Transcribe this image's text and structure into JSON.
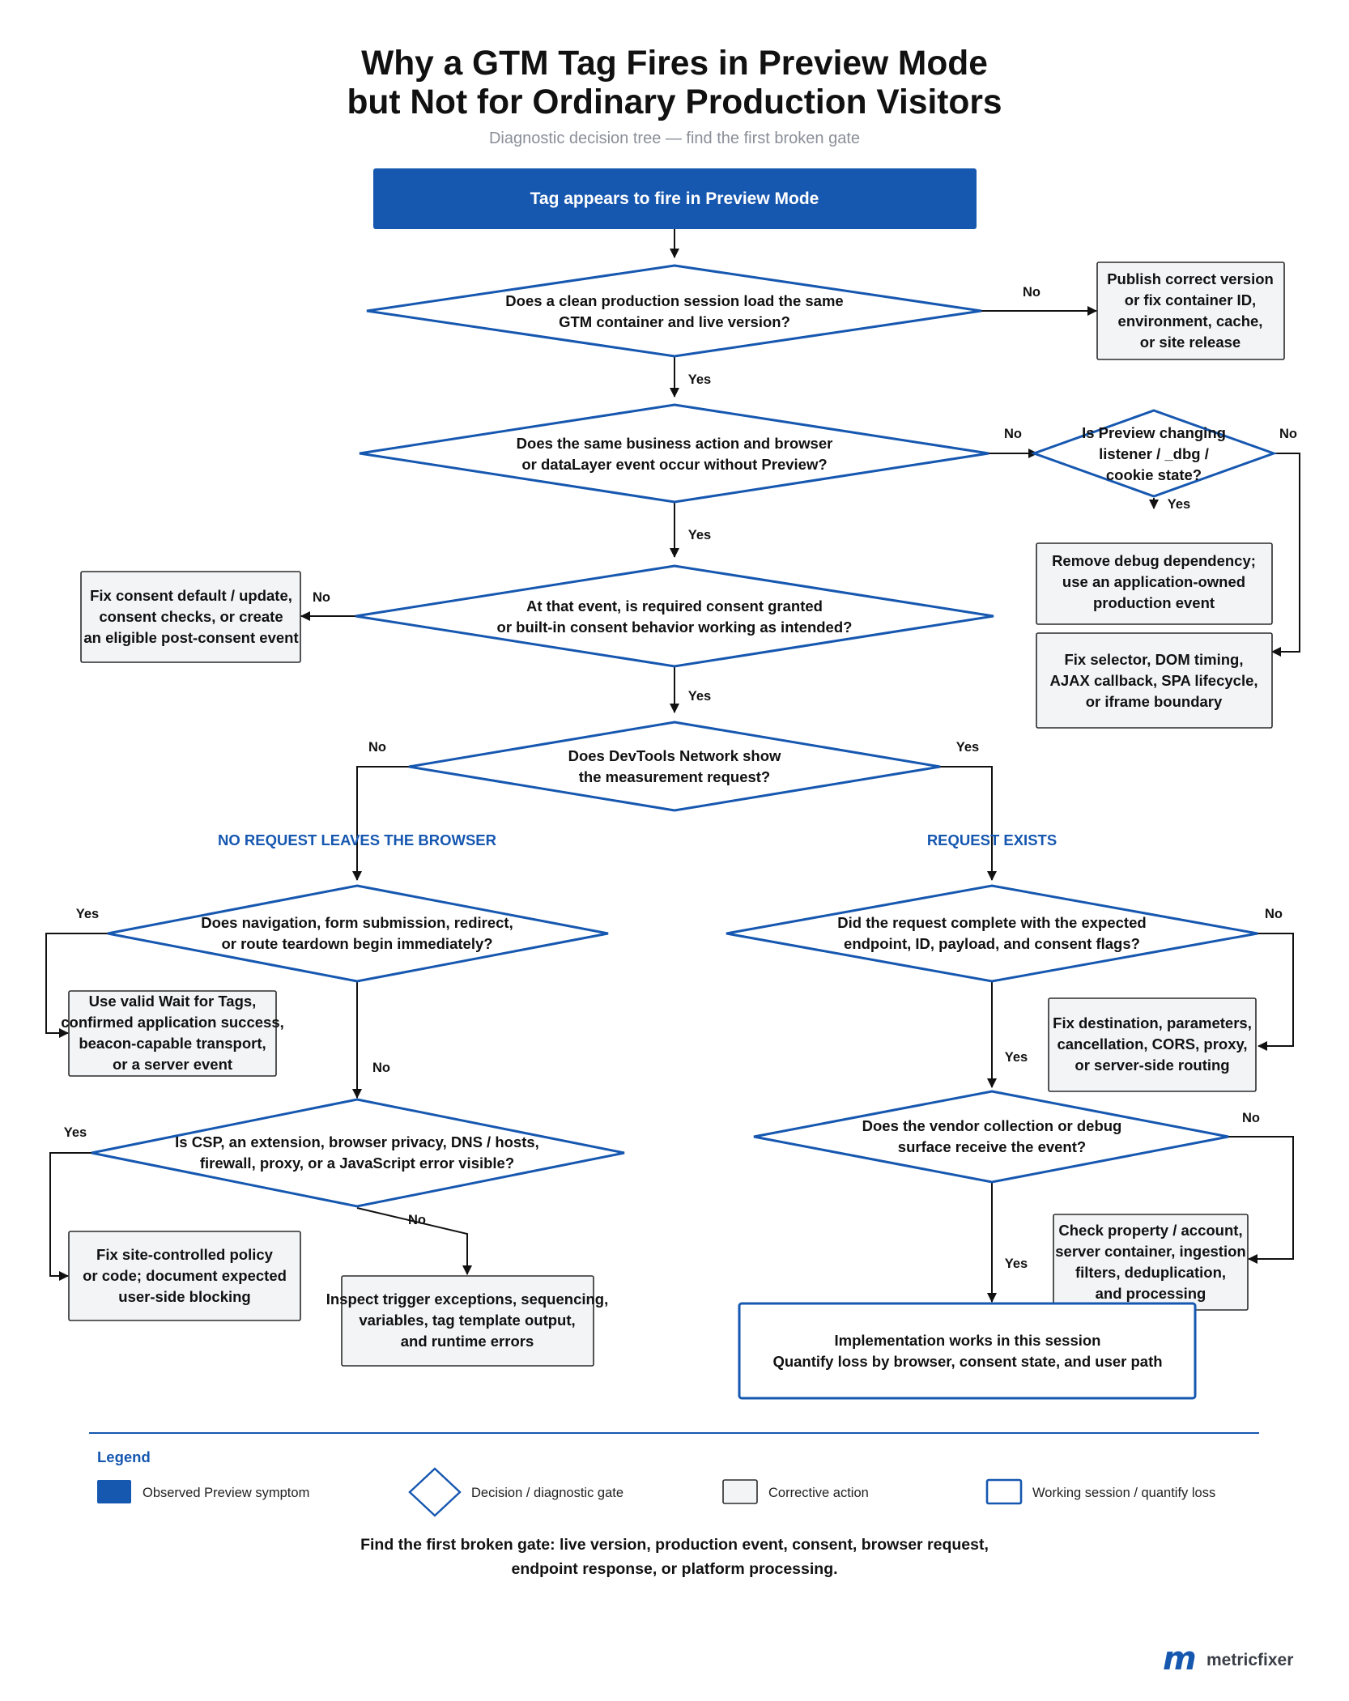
{
  "title": [
    "Why a GTM Tag Fires in Preview Mode",
    "but Not for Ordinary Production Visitors"
  ],
  "subtitle": "Diagnostic decision tree — find the first broken gate",
  "colors": {
    "accent": "#1657b0",
    "action_fill": "#f3f4f6",
    "action_stroke": "#2b2b2b",
    "text": "#111111"
  },
  "nodes": {
    "start": [
      "Tag appears to fire in Preview Mode"
    ],
    "q_container": [
      "Does a clean production session load the same",
      "GTM container and live version?"
    ],
    "a_publish": [
      "Publish correct version",
      "or fix container ID,",
      "environment, cache,",
      "or site release"
    ],
    "q_business": [
      "Does the same business action and browser",
      "or dataLayer event occur without Preview?"
    ],
    "q_preview": [
      "Is Preview changing",
      "listener / _dbg /",
      "cookie state?"
    ],
    "a_debug": [
      "Remove debug dependency;",
      "use an application-owned",
      "production event"
    ],
    "a_selector": [
      "Fix selector, DOM timing,",
      "AJAX callback, SPA lifecycle,",
      "or iframe boundary"
    ],
    "q_consent": [
      "At that event, is required consent granted",
      "or built-in consent behavior working as intended?"
    ],
    "a_consent": [
      "Fix consent default / update,",
      "consent checks, or create",
      "an eligible post-consent event"
    ],
    "q_devtools": [
      "Does DevTools Network show",
      "the measurement request?"
    ],
    "q_navigation": [
      "Does navigation, form submission, redirect,",
      "or route teardown begin immediately?"
    ],
    "a_wait": [
      "Use valid Wait for Tags,",
      "confirmed application success,",
      "beacon-capable transport,",
      "or a server event"
    ],
    "q_csp": [
      "Is CSP, an extension, browser privacy, DNS / hosts,",
      "firewall, proxy, or a JavaScript error visible?"
    ],
    "a_policy": [
      "Fix site-controlled policy",
      "or code; document expected",
      "user-side blocking"
    ],
    "a_inspect": [
      "Inspect trigger exceptions, sequencing,",
      "variables, tag template output,",
      "and runtime errors"
    ],
    "q_request": [
      "Did the request complete with the expected",
      "endpoint, ID, payload, and consent flags?"
    ],
    "a_destination": [
      "Fix destination, parameters,",
      "cancellation, CORS, proxy,",
      "or server-side routing"
    ],
    "q_vendor": [
      "Does the vendor collection or debug",
      "surface receive the event?"
    ],
    "a_property": [
      "Check property / account,",
      "server container, ingestion",
      "filters, deduplication,",
      "and processing"
    ],
    "end": [
      "Implementation works in this session",
      "Quantify loss by browser, consent state, and user path"
    ]
  },
  "edge_labels": {
    "yes": "Yes",
    "no": "No"
  },
  "sections": {
    "left": "NO REQUEST LEAVES THE BROWSER",
    "right": "REQUEST EXISTS"
  },
  "legend": {
    "title": "Legend",
    "items": [
      "Observed Preview symptom",
      "Decision / diagnostic gate",
      "Corrective action",
      "Working session / quantify loss"
    ]
  },
  "footer": [
    "Find the first broken gate: live version, production event, consent, browser request,",
    "endpoint response, or platform processing."
  ],
  "brand": {
    "name": "metricfixer",
    "mark": "m"
  }
}
